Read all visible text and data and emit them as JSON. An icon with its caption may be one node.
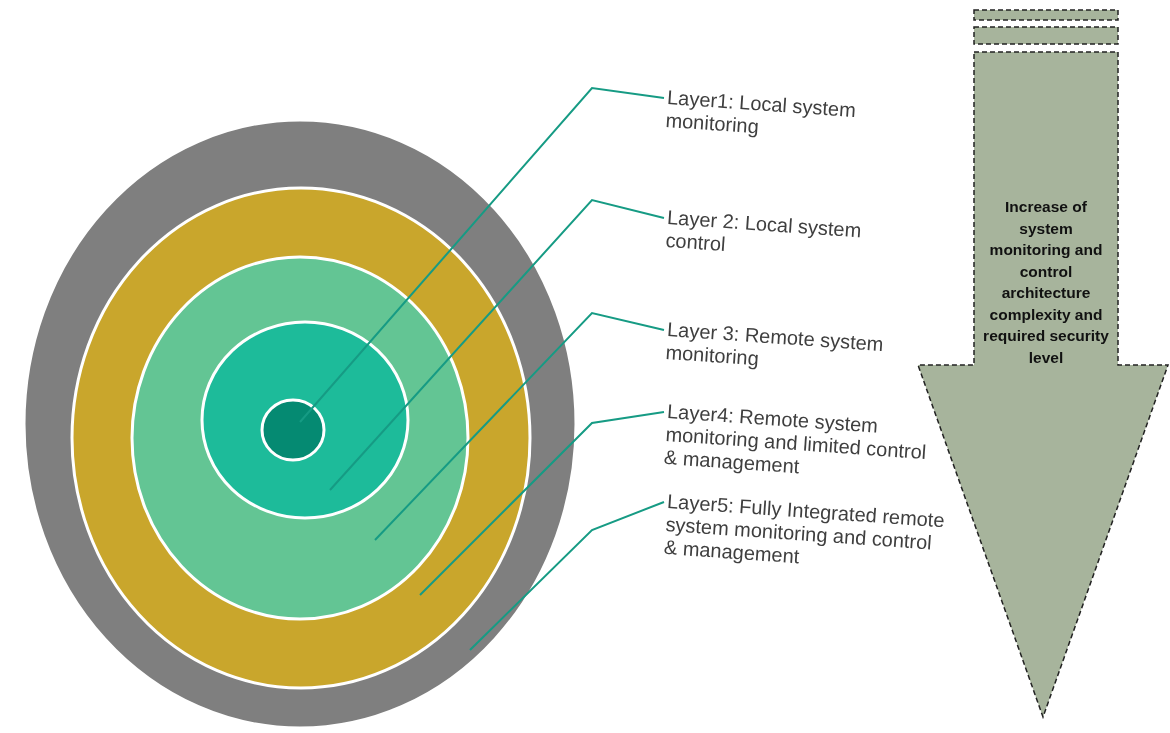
{
  "diagram": {
    "nodes": [
      {
        "text": [],
        "shape": "circle"
      },
      {
        "text": [],
        "shape": "circle",
        "in": 0
      },
      {
        "text": [],
        "shape": "circle",
        "in": 1
      },
      {
        "text": [],
        "shape": "circle",
        "in": 2
      },
      {
        "text": [],
        "shape": "circle",
        "in": 3
      },
      {
        "text": [
          "Layer1: Local system monitoring"
        ]
      },
      {
        "text": [
          "Layer 2: Local system control"
        ]
      },
      {
        "text": [
          "Layer 3: Remote system monitoring"
        ]
      },
      {
        "text": [
          "Layer4: Remote system monitoring and limited control & management"
        ]
      },
      {
        "text": [
          "Layer5: Fully Integrated remote system monitoring and control & management"
        ]
      },
      {
        "text": [
          "Increase of system monitoring and control architecture complexity and required security level"
        ]
      }
    ],
    "edges": [
      {
        "from": 5,
        "to": 4,
        "arrow": "none"
      },
      {
        "from": 6,
        "to": 3,
        "arrow": "none"
      },
      {
        "from": 7,
        "to": 2,
        "arrow": "none"
      },
      {
        "from": 8,
        "to": 1,
        "arrow": "none"
      },
      {
        "from": 9,
        "to": 0,
        "arrow": "none"
      }
    ]
  }
}
